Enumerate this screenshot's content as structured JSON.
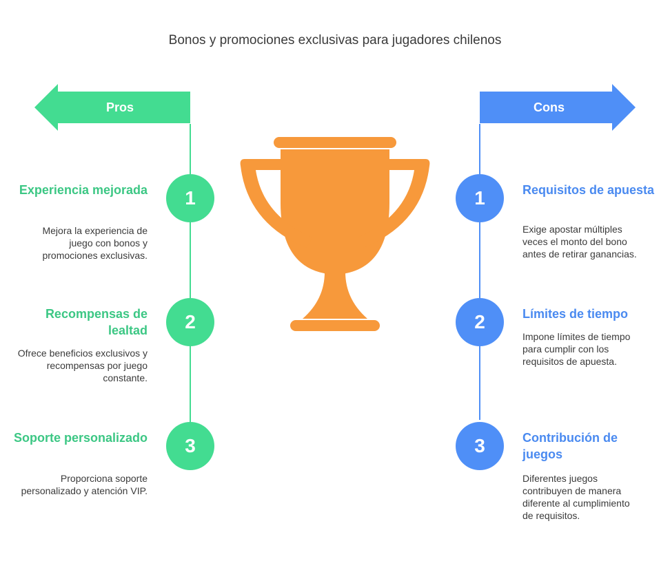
{
  "title": "Bonos y promociones exclusivas para jugadores chilenos",
  "colors": {
    "pros": "#43dc91",
    "cons": "#4f8ff7",
    "trophy": "#f7993b"
  },
  "pros": {
    "label": "Pros",
    "items": [
      {
        "num": "1",
        "title": "Experiencia mejorada",
        "desc": "Mejora la experiencia de juego con bonos y promociones exclusivas."
      },
      {
        "num": "2",
        "title": "Recompensas de lealtad",
        "desc": "Ofrece beneficios exclusivos y recompensas por juego constante."
      },
      {
        "num": "3",
        "title": "Soporte personalizado",
        "desc": "Proporciona soporte personalizado y atención VIP."
      }
    ]
  },
  "cons": {
    "label": "Cons",
    "items": [
      {
        "num": "1",
        "title": "Requisitos de apuesta",
        "desc": "Exige apostar múltiples veces el monto del bono antes de retirar ganancias."
      },
      {
        "num": "2",
        "title": "Límites de tiempo",
        "desc": "Impone límites de tiempo para cumplir con los requisitos de apuesta."
      },
      {
        "num": "3",
        "title": "Contribución de juegos",
        "desc": "Diferentes juegos contribuyen de manera diferente al cumplimiento de requisitos."
      }
    ]
  },
  "icons": {
    "center": "trophy-icon"
  }
}
